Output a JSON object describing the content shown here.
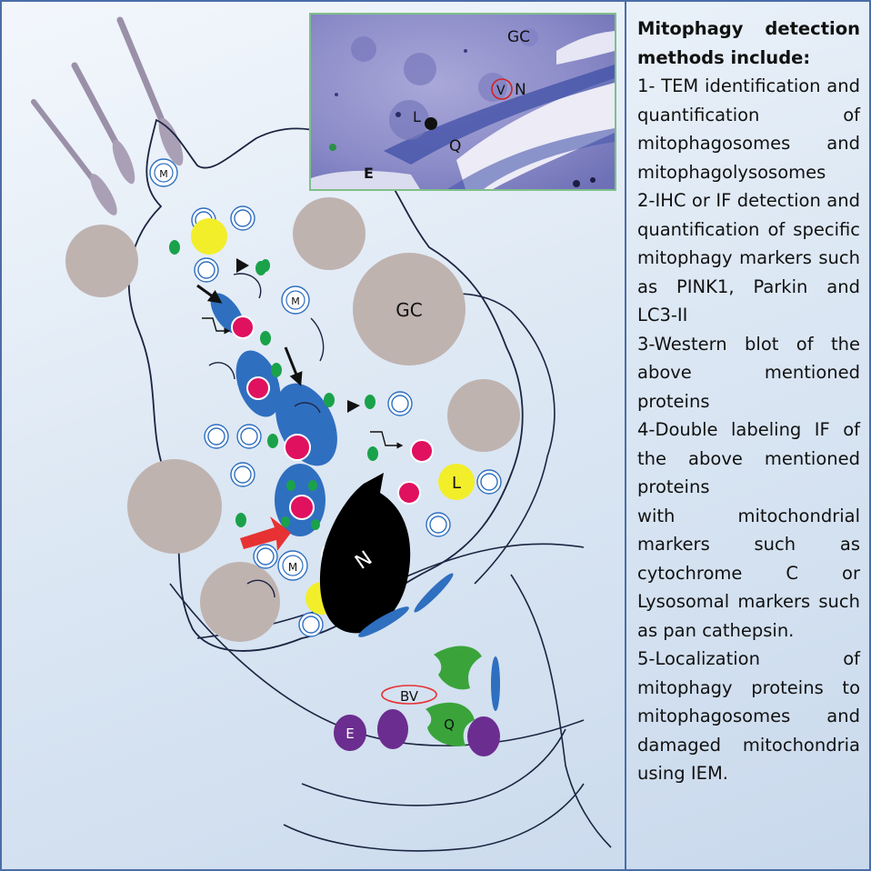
{
  "text_panel": {
    "heading": "Mitophagy detection methods include:",
    "methods": [
      "1- TEM identification and quantification of mitophagosomes and mitophagolysosomes",
      "2-IHC or IF detection and quantification of specific mitophagy markers such as PINK1, Parkin and LC3-II",
      "3-Western blot of the above mentioned proteins",
      "4-Double labeling IF of the above mentioned proteins",
      "with mitochondrial markers such as cytochrome C or Lysosomal markers such as pan cathepsin.",
      "5-Localization of mitophagy proteins to mitophagosomes and damaged mitochondria using IEM."
    ]
  },
  "micrograph": {
    "labels": {
      "gc": "GC",
      "v": "V",
      "n": "N",
      "l": "L",
      "q": "Q",
      "e": "E"
    }
  },
  "diagram": {
    "labels": {
      "gc": "GC",
      "m1": "M",
      "m2": "M",
      "m3": "M",
      "l": "L",
      "n": "N",
      "bv": "BV",
      "e": "E",
      "q": "Q"
    },
    "colors": {
      "mitophagosome": "#2f6fc0",
      "mitochondrion": "#e0115f",
      "lysosome": "#f2ee2a",
      "granule": "#1aa24a",
      "nucleus": "#000000",
      "gc_cell": "#bfb3b0",
      "erythrocyte": "#6b2d8f",
      "q_cell": "#3aa43a",
      "arrow_highlight": "#e63232",
      "outline": "#1b2440"
    }
  }
}
